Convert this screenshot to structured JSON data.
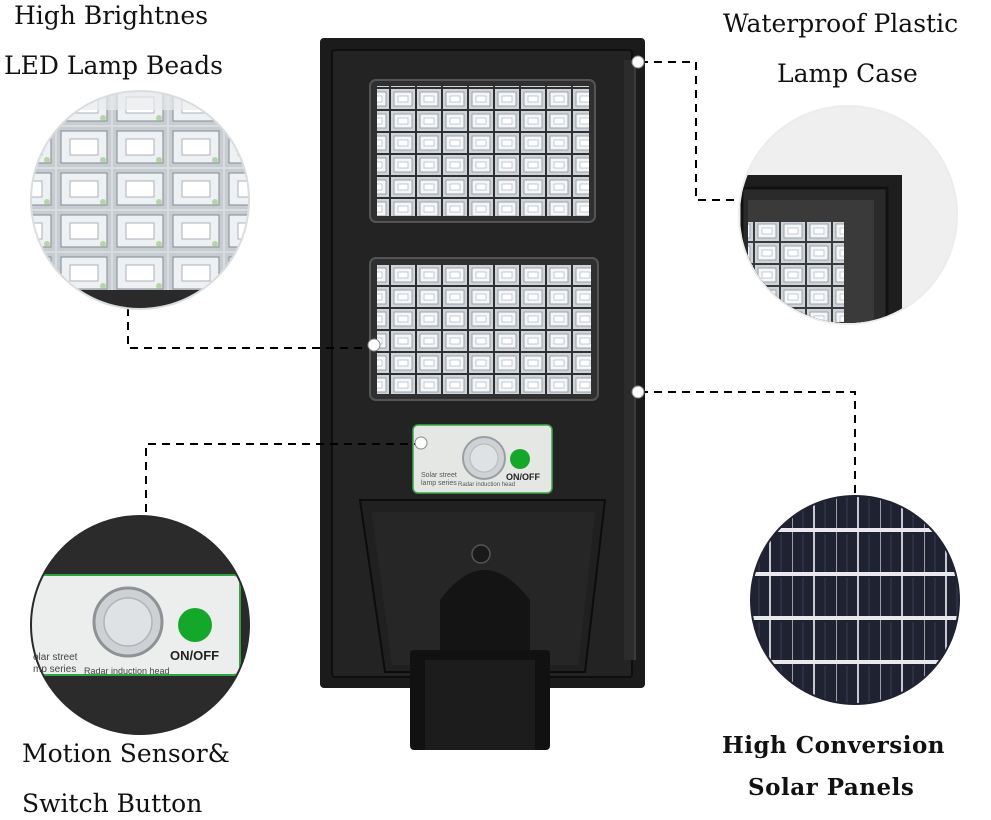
{
  "callouts": {
    "led_title_1": "High Brightnes",
    "led_title_2": "LED Lamp Beads",
    "case_title_1": "Waterproof Plastic",
    "case_title_2": "Lamp Case",
    "sensor_title_1": "Motion Sensor&",
    "sensor_title_2": "Switch Button",
    "solar_title_1": "High Conversion",
    "solar_title_2": "Solar Panels"
  },
  "sensor_panel": {
    "line1": "Solar street",
    "line2": "lamp series",
    "radar": "Radar induction head",
    "switch": "ON/OFF"
  },
  "zoom_sensor": {
    "line1": "olar street",
    "line2": "mp series",
    "radar": "Radar induction head",
    "switch": "ON/OFF"
  },
  "colors": {
    "housing": "#1a1a1a",
    "led_panel": "#e9ecef",
    "switch_green": "#14a82a",
    "dashed_line": "#000000"
  }
}
